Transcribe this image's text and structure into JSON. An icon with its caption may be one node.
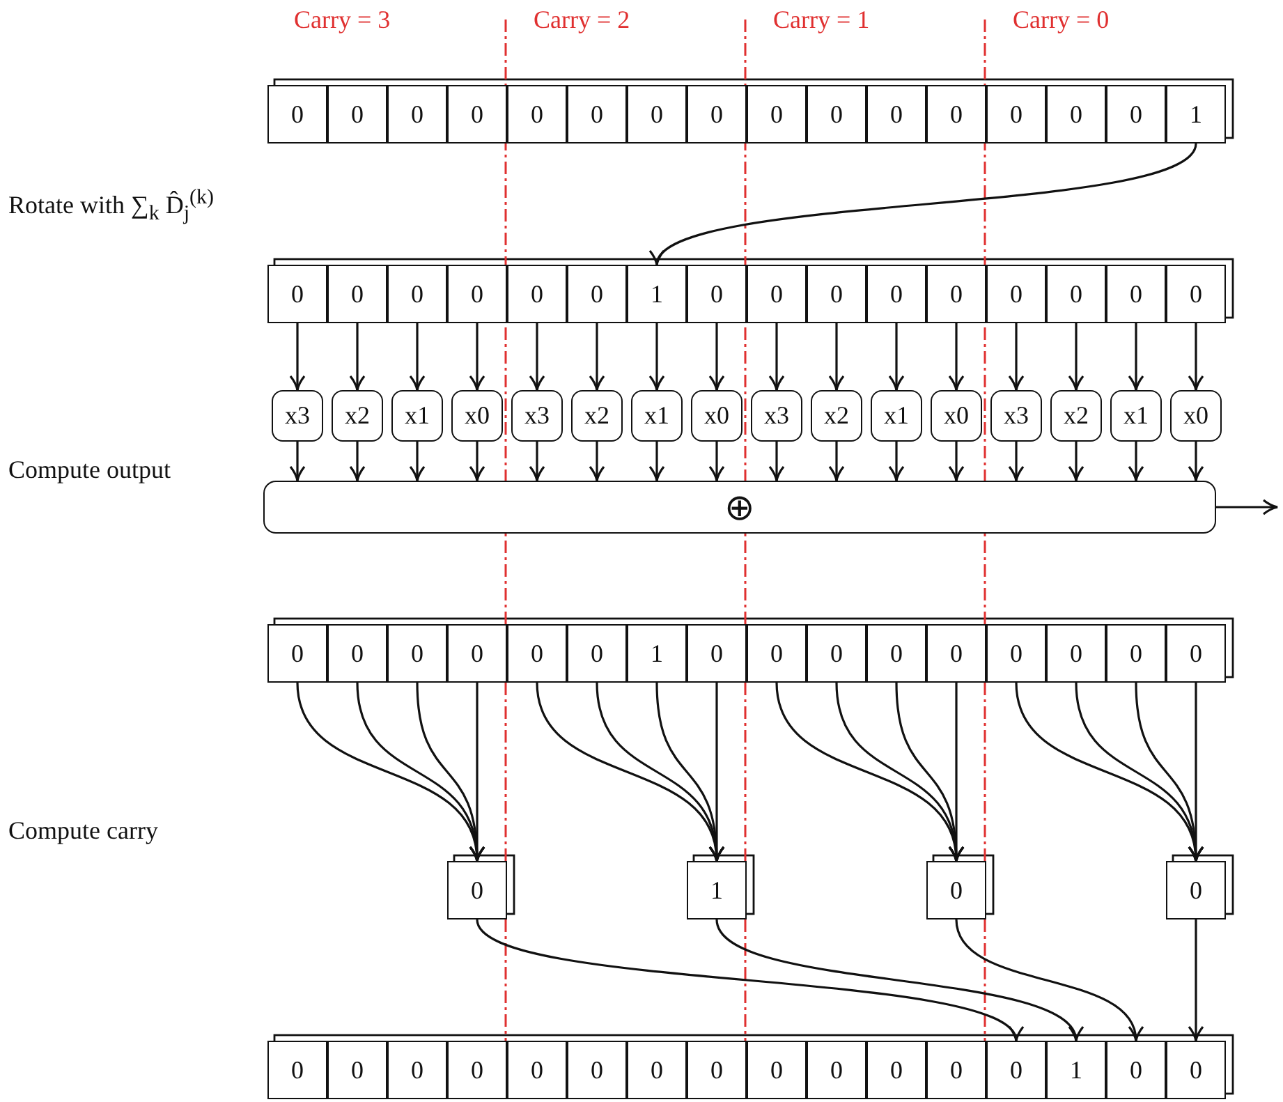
{
  "diagram": {
    "nodes": [
      {
        "text": [
          "0"
        ]
      },
      {
        "text": [
          "0"
        ]
      },
      {
        "text": [
          "0"
        ]
      },
      {
        "text": [
          "0"
        ]
      },
      {
        "text": [
          "0"
        ]
      },
      {
        "text": [
          "0"
        ]
      },
      {
        "text": [
          "0"
        ]
      },
      {
        "text": [
          "0"
        ]
      },
      {
        "text": [
          "0"
        ]
      },
      {
        "text": [
          "0"
        ]
      },
      {
        "text": [
          "0"
        ]
      },
      {
        "text": [
          "0"
        ]
      },
      {
        "text": [
          "0"
        ]
      },
      {
        "text": [
          "0"
        ]
      },
      {
        "text": [
          "0"
        ]
      },
      {
        "text": [
          "1"
        ]
      },
      {
        "text": [
          "0"
        ]
      },
      {
        "text": [
          "0"
        ]
      },
      {
        "text": [
          "0"
        ]
      },
      {
        "text": [
          "0"
        ]
      },
      {
        "text": [
          "0"
        ]
      },
      {
        "text": [
          "0"
        ]
      },
      {
        "text": [
          "1"
        ]
      },
      {
        "text": [
          "0"
        ]
      },
      {
        "text": [
          "0"
        ]
      },
      {
        "text": [
          "0"
        ]
      },
      {
        "text": [
          "0"
        ]
      },
      {
        "text": [
          "0"
        ]
      },
      {
        "text": [
          "0"
        ]
      },
      {
        "text": [
          "0"
        ]
      },
      {
        "text": [
          "0"
        ]
      },
      {
        "text": [
          "0"
        ]
      },
      {
        "text": [
          "x3"
        ]
      },
      {
        "text": [
          "x2"
        ]
      },
      {
        "text": [
          "x1"
        ]
      },
      {
        "text": [
          "x0"
        ]
      },
      {
        "text": [
          "x3"
        ]
      },
      {
        "text": [
          "x2"
        ]
      },
      {
        "text": [
          "x1"
        ]
      },
      {
        "text": [
          "x0"
        ]
      },
      {
        "text": [
          "x3"
        ]
      },
      {
        "text": [
          "x2"
        ]
      },
      {
        "text": [
          "x1"
        ]
      },
      {
        "text": [
          "x0"
        ]
      },
      {
        "text": [
          "x3"
        ]
      },
      {
        "text": [
          "x2"
        ]
      },
      {
        "text": [
          "x1"
        ]
      },
      {
        "text": [
          "x0"
        ]
      },
      {
        "text": [
          "⊕"
        ]
      },
      {
        "text": [
          "0"
        ]
      },
      {
        "text": [
          "0"
        ]
      },
      {
        "text": [
          "0"
        ]
      },
      {
        "text": [
          "0"
        ]
      },
      {
        "text": [
          "0"
        ]
      },
      {
        "text": [
          "0"
        ]
      },
      {
        "text": [
          "1"
        ]
      },
      {
        "text": [
          "0"
        ]
      },
      {
        "text": [
          "0"
        ]
      },
      {
        "text": [
          "0"
        ]
      },
      {
        "text": [
          "0"
        ]
      },
      {
        "text": [
          "0"
        ]
      },
      {
        "text": [
          "0"
        ]
      },
      {
        "text": [
          "0"
        ]
      },
      {
        "text": [
          "0"
        ]
      },
      {
        "text": [
          "0"
        ]
      },
      {
        "text": [
          "0"
        ]
      },
      {
        "text": [
          "1"
        ]
      },
      {
        "text": [
          "0"
        ]
      },
      {
        "text": [
          "0"
        ]
      },
      {
        "text": [
          "0"
        ]
      },
      {
        "text": [
          "0"
        ]
      },
      {
        "text": [
          "0"
        ]
      },
      {
        "text": [
          "0"
        ]
      },
      {
        "text": [
          "0"
        ]
      },
      {
        "text": [
          "0"
        ]
      },
      {
        "text": [
          "0"
        ]
      },
      {
        "text": [
          "0"
        ]
      },
      {
        "text": [
          "0"
        ]
      },
      {
        "text": [
          "0"
        ]
      },
      {
        "text": [
          "0"
        ]
      },
      {
        "text": [
          "0"
        ]
      },
      {
        "text": [
          "0"
        ]
      },
      {
        "text": [
          "1"
        ]
      },
      {
        "text": [
          "0"
        ]
      },
      {
        "text": [
          "0"
        ]
      }
    ],
    "edges": [
      {
        "from": 15,
        "to": 22,
        "arrow": "to"
      },
      {
        "from": 16,
        "to": 32,
        "arrow": "to"
      },
      {
        "from": 17,
        "to": 33,
        "arrow": "to"
      },
      {
        "from": 18,
        "to": 34,
        "arrow": "to"
      },
      {
        "from": 19,
        "to": 35,
        "arrow": "to"
      },
      {
        "from": 20,
        "to": 36,
        "arrow": "to"
      },
      {
        "from": 21,
        "to": 37,
        "arrow": "to"
      },
      {
        "from": 22,
        "to": 38,
        "arrow": "to"
      },
      {
        "from": 23,
        "to": 39,
        "arrow": "to"
      },
      {
        "from": 24,
        "to": 40,
        "arrow": "to"
      },
      {
        "from": 25,
        "to": 41,
        "arrow": "to"
      },
      {
        "from": 26,
        "to": 42,
        "arrow": "to"
      },
      {
        "from": 27,
        "to": 43,
        "arrow": "to"
      },
      {
        "from": 28,
        "to": 44,
        "arrow": "to"
      },
      {
        "from": 29,
        "to": 45,
        "arrow": "to"
      },
      {
        "from": 30,
        "to": 46,
        "arrow": "to"
      },
      {
        "from": 31,
        "to": 47,
        "arrow": "to"
      },
      {
        "from": 32,
        "to": 48,
        "arrow": "to"
      },
      {
        "from": 33,
        "to": 48,
        "arrow": "to"
      },
      {
        "from": 34,
        "to": 48,
        "arrow": "to"
      },
      {
        "from": 35,
        "to": 48,
        "arrow": "to"
      },
      {
        "from": 36,
        "to": 48,
        "arrow": "to"
      },
      {
        "from": 37,
        "to": 48,
        "arrow": "to"
      },
      {
        "from": 38,
        "to": 48,
        "arrow": "to"
      },
      {
        "from": 39,
        "to": 48,
        "arrow": "to"
      },
      {
        "from": 40,
        "to": 48,
        "arrow": "to"
      },
      {
        "from": 41,
        "to": 48,
        "arrow": "to"
      },
      {
        "from": 42,
        "to": 48,
        "arrow": "to"
      },
      {
        "from": 43,
        "to": 48,
        "arrow": "to"
      },
      {
        "from": 44,
        "to": 48,
        "arrow": "to"
      },
      {
        "from": 45,
        "to": 48,
        "arrow": "to"
      },
      {
        "from": 46,
        "to": 48,
        "arrow": "to"
      },
      {
        "from": 47,
        "to": 48,
        "arrow": "to"
      },
      {
        "from": 48,
        "to": null,
        "arrow": "to"
      },
      {
        "from": 49,
        "to": 65,
        "arrow": "to"
      },
      {
        "from": 50,
        "to": 65,
        "arrow": "to"
      },
      {
        "from": 51,
        "to": 65,
        "arrow": "to"
      },
      {
        "from": 52,
        "to": 65,
        "arrow": "to"
      },
      {
        "from": 53,
        "to": 66,
        "arrow": "to"
      },
      {
        "from": 54,
        "to": 66,
        "arrow": "to"
      },
      {
        "from": 55,
        "to": 66,
        "arrow": "to"
      },
      {
        "from": 56,
        "to": 66,
        "arrow": "to"
      },
      {
        "from": 57,
        "to": 67,
        "arrow": "to"
      },
      {
        "from": 58,
        "to": 67,
        "arrow": "to"
      },
      {
        "from": 59,
        "to": 67,
        "arrow": "to"
      },
      {
        "from": 60,
        "to": 67,
        "arrow": "to"
      },
      {
        "from": 61,
        "to": 68,
        "arrow": "to"
      },
      {
        "from": 62,
        "to": 68,
        "arrow": "to"
      },
      {
        "from": 63,
        "to": 68,
        "arrow": "to"
      },
      {
        "from": 64,
        "to": 68,
        "arrow": "to"
      },
      {
        "from": 65,
        "to": 81,
        "arrow": "to"
      },
      {
        "from": 66,
        "to": 82,
        "arrow": "to"
      },
      {
        "from": 67,
        "to": 83,
        "arrow": "to"
      },
      {
        "from": 68,
        "to": 84,
        "arrow": "to"
      }
    ],
    "labels": [
      "Carry = 3",
      "Carry = 2",
      "Carry = 1",
      "Carry = 0",
      "Rotate with ∑$_{k}$ D̂$_{j}$$^{(k)}$",
      "Compute output",
      "Compute carry"
    ]
  }
}
